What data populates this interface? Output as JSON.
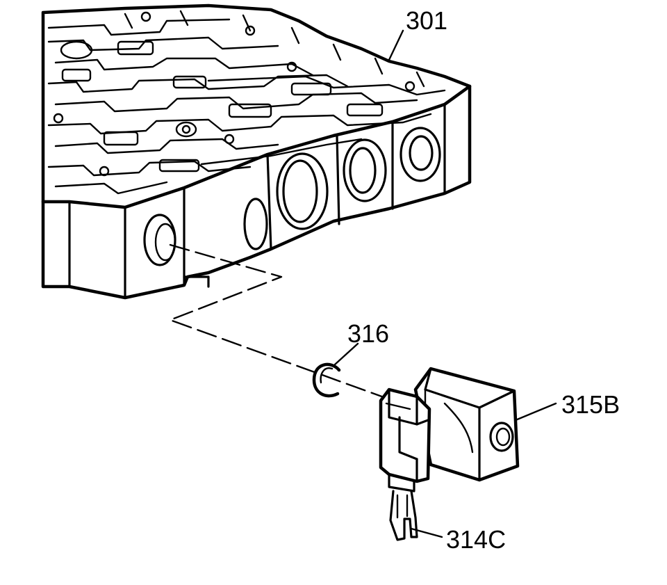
{
  "callouts": {
    "valve_body": "301",
    "retainer_ring": "316",
    "solenoid": "315B",
    "connector_terminal": "314C"
  }
}
